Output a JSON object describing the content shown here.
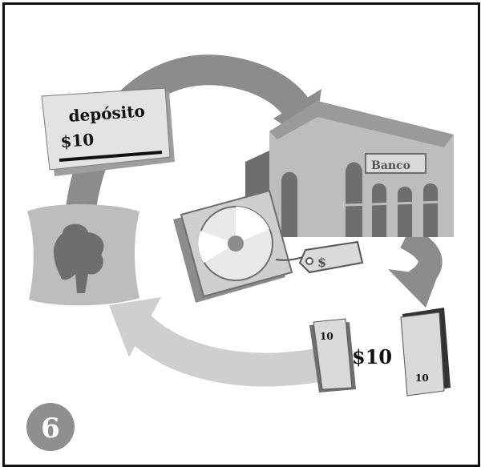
{
  "deposit_slip": {
    "label": "depósito",
    "amount": "$10"
  },
  "bank": {
    "sign": "Banco"
  },
  "price_tag": {
    "text": "$"
  },
  "money": {
    "bill_left": "10",
    "center_amount": "$10",
    "bill_right": "10"
  },
  "step_badge": {
    "number": "6"
  },
  "colors": {
    "background": "#ffffff",
    "border": "#111111",
    "arrow_dark": "#8c8c8c",
    "arrow_light": "#cfcfcf",
    "bank_light": "#bdbdbd",
    "bank_dark": "#6e6e6e",
    "badge": "#8f8f8f"
  }
}
